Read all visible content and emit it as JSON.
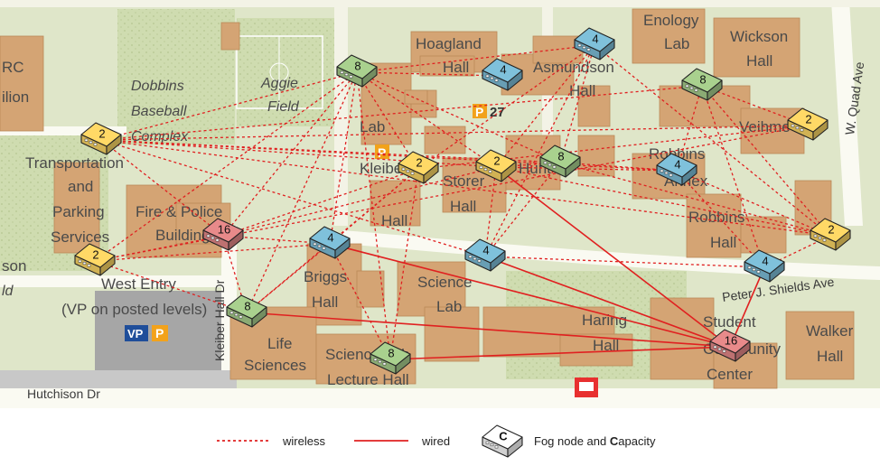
{
  "map": {
    "labels": {
      "rc": "RC",
      "ilion": "ilion",
      "dobbins_1": "Dobbins",
      "dobbins_2": "Baseball",
      "dobbins_3": "Complex",
      "aggie_1": "Aggie",
      "aggie_2": "Field",
      "hoagland_1": "Hoagland",
      "hoagland_2": "Hall",
      "asmundson_1": "Asmundson",
      "asmundson_2": "Hall",
      "enology_1": "Enology",
      "enology_2": "Lab",
      "wickson_1": "Wickson",
      "wickson_2": "Hall",
      "quad": "W. Quad Ave",
      "transport_1": "Transportation",
      "transport_2": "and",
      "transport_3": "Parking",
      "transport_4": "Services",
      "fire_1": "Fire & Police",
      "fire_2": "Building",
      "west_entry": "West Entry",
      "vp_posted": "(VP on posted levels)",
      "vp_badge": "VP",
      "p_badge": "P",
      "p27": "P",
      "p27_num": "27",
      "kleiber_1": "Kleiber",
      "kleiber_2": "Hall",
      "lab": "Lab",
      "hunt": "Hunt",
      "storer_1": "Storer",
      "storer_2": "Hall",
      "robbins": "Robbins",
      "annex": "Annex",
      "robbins_hall_1": "Robbins",
      "robbins_hall_2": "Hall",
      "veihmeyer": "Veihme",
      "briggs_1": "Briggs",
      "briggs_2": "Hall",
      "science_1": "Science",
      "science_2": "Lab",
      "life_1": "Life",
      "life_2": "Sciences",
      "lecture_1": "Science Lab",
      "lecture_2": "Lecture Hall",
      "haring_1": "Haring",
      "haring_2": "Hall",
      "student_1": "Student",
      "student_2": "Community",
      "student_3": "Center",
      "walker_1": "Walker",
      "walker_2": "Hall",
      "peter_shields": "Peter J. Shields Ave",
      "hutchison": "Hutchison Dr",
      "kleiber_dr": "Kleiber Hall Dr",
      "son": "son",
      "ld": "ld"
    }
  },
  "nodes": [
    {
      "id": "n1",
      "capacity": "8",
      "type": "green"
    },
    {
      "id": "n2",
      "capacity": "4",
      "type": "blue"
    },
    {
      "id": "n3",
      "capacity": "4",
      "type": "blue"
    },
    {
      "id": "n4",
      "capacity": "2",
      "type": "yellow"
    },
    {
      "id": "n5",
      "capacity": "8",
      "type": "green"
    },
    {
      "id": "n6",
      "capacity": "2",
      "type": "yellow"
    },
    {
      "id": "n7",
      "capacity": "2",
      "type": "yellow"
    },
    {
      "id": "n8",
      "capacity": "2",
      "type": "yellow"
    },
    {
      "id": "n9",
      "capacity": "8",
      "type": "green"
    },
    {
      "id": "n10",
      "capacity": "4",
      "type": "blue"
    },
    {
      "id": "n11",
      "capacity": "16",
      "type": "red"
    },
    {
      "id": "n12",
      "capacity": "2",
      "type": "yellow"
    },
    {
      "id": "n13",
      "capacity": "4",
      "type": "blue"
    },
    {
      "id": "n14",
      "capacity": "2",
      "type": "yellow"
    },
    {
      "id": "n15",
      "capacity": "4",
      "type": "blue"
    },
    {
      "id": "n16",
      "capacity": "4",
      "type": "blue"
    },
    {
      "id": "n17",
      "capacity": "8",
      "type": "green"
    },
    {
      "id": "n18",
      "capacity": "8",
      "type": "green"
    },
    {
      "id": "n19",
      "capacity": "16",
      "type": "red"
    }
  ],
  "links": {
    "wireless": [
      [
        "n1",
        "n2"
      ],
      [
        "n1",
        "n4"
      ],
      [
        "n1",
        "n6"
      ],
      [
        "n1",
        "n7"
      ],
      [
        "n1",
        "n8"
      ],
      [
        "n1",
        "n11"
      ],
      [
        "n1",
        "n13"
      ],
      [
        "n1",
        "n17"
      ],
      [
        "n1",
        "n18"
      ],
      [
        "n1",
        "n3"
      ],
      [
        "n1",
        "n9"
      ],
      [
        "n3",
        "n8"
      ],
      [
        "n3",
        "n9"
      ],
      [
        "n3",
        "n6"
      ],
      [
        "n3",
        "n14"
      ],
      [
        "n3",
        "n15"
      ],
      [
        "n4",
        "n11"
      ],
      [
        "n4",
        "n12"
      ],
      [
        "n4",
        "n14"
      ],
      [
        "n4",
        "n5"
      ],
      [
        "n4",
        "n10"
      ],
      [
        "n4",
        "n9"
      ],
      [
        "n4",
        "n8"
      ],
      [
        "n4",
        "n15"
      ],
      [
        "n5",
        "n14"
      ],
      [
        "n5",
        "n12"
      ],
      [
        "n5",
        "n10"
      ],
      [
        "n5",
        "n16"
      ],
      [
        "n6",
        "n11"
      ],
      [
        "n6",
        "n12"
      ],
      [
        "n6",
        "n13"
      ],
      [
        "n6",
        "n18"
      ],
      [
        "n6",
        "n17"
      ],
      [
        "n7",
        "n11"
      ],
      [
        "n7",
        "n12"
      ],
      [
        "n7",
        "n17"
      ],
      [
        "n7",
        "n13"
      ],
      [
        "n8",
        "n11"
      ],
      [
        "n8",
        "n15"
      ],
      [
        "n8",
        "n14"
      ],
      [
        "n8",
        "n10"
      ],
      [
        "n8",
        "n9"
      ],
      [
        "n9",
        "n10"
      ],
      [
        "n9",
        "n14"
      ],
      [
        "n9",
        "n15"
      ],
      [
        "n10",
        "n14"
      ],
      [
        "n10",
        "n16"
      ],
      [
        "n11",
        "n13"
      ],
      [
        "n11",
        "n17"
      ],
      [
        "n13",
        "n18"
      ],
      [
        "n13",
        "n17"
      ],
      [
        "n14",
        "n16"
      ],
      [
        "n15",
        "n16"
      ]
    ],
    "wired": [
      [
        "n8",
        "n19"
      ],
      [
        "n13",
        "n19"
      ],
      [
        "n15",
        "n19"
      ],
      [
        "n16",
        "n19"
      ],
      [
        "n17",
        "n19"
      ],
      [
        "n18",
        "n19"
      ]
    ]
  },
  "legend": {
    "wireless": "wireless",
    "wired": "wired",
    "node_capacity_letter": "C",
    "node_text_prefix": "Fog node and ",
    "node_text_bold": "C",
    "node_text_suffix": "apacity"
  },
  "colors": {
    "green": "#a9d18e",
    "blue": "#7fc1db",
    "yellow": "#ffd966",
    "red": "#e88a8a",
    "link": "#e02020",
    "map_bg": "#dfe6c9",
    "building": "#d4a474",
    "road": "#fafaf2"
  }
}
